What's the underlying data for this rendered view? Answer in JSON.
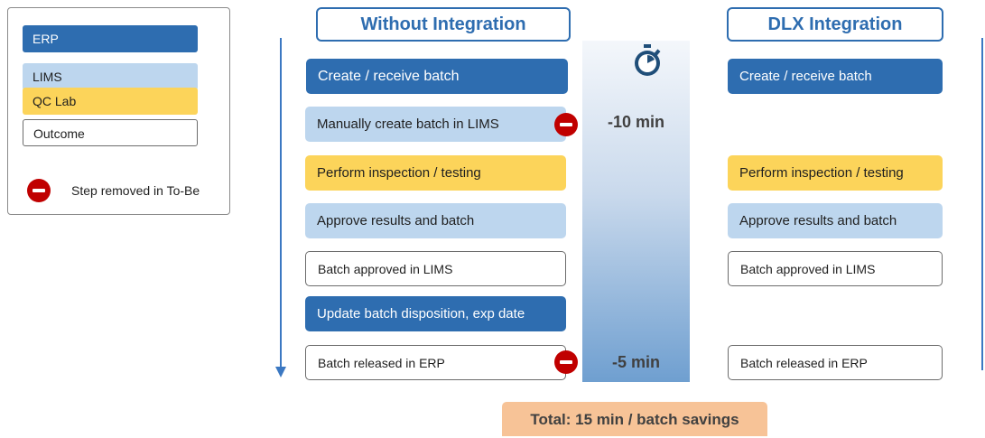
{
  "legend": {
    "items": [
      {
        "label": "ERP",
        "kind": "erp"
      },
      {
        "label": "LIMS",
        "kind": "lims"
      },
      {
        "label": "QC Lab",
        "kind": "qc"
      },
      {
        "label": "Outcome",
        "kind": "outcome"
      }
    ],
    "removed_label": "Step removed in To-Be"
  },
  "colors": {
    "erp": "#2e6db0",
    "lims": "#bdd6ee",
    "qc_lab": "#fcd45a",
    "outcome": "#ffffff",
    "removed": "#c00000",
    "accent": "#2e6db0",
    "total_bg": "#f7c397"
  },
  "without": {
    "title": "Without Integration",
    "steps": [
      {
        "label": "Create / receive batch",
        "kind": "erp"
      },
      {
        "label": "Manually create batch in LIMS",
        "kind": "lims",
        "removed": true
      },
      {
        "label": "Perform inspection / testing",
        "kind": "qc"
      },
      {
        "label": "Approve results and batch",
        "kind": "lims"
      },
      {
        "label": "Batch approved in LIMS",
        "kind": "outcome"
      },
      {
        "label": "Update batch disposition, exp date",
        "kind": "erp"
      },
      {
        "label": "Batch released in ERP",
        "kind": "outcome",
        "removed": true
      }
    ]
  },
  "dlx": {
    "title": "DLX Integration",
    "steps": [
      {
        "label": "Create / receive batch",
        "kind": "erp"
      },
      {
        "label": "Perform inspection / testing",
        "kind": "qc"
      },
      {
        "label": "Approve results and batch",
        "kind": "lims"
      },
      {
        "label": "Batch approved in LIMS",
        "kind": "outcome"
      },
      {
        "label": "Batch released in ERP",
        "kind": "outcome"
      }
    ]
  },
  "timeline": {
    "icon": "stopwatch-icon",
    "saving_1": "-10 min",
    "saving_2": "-5 min"
  },
  "total": "Total: 15 min / batch savings"
}
